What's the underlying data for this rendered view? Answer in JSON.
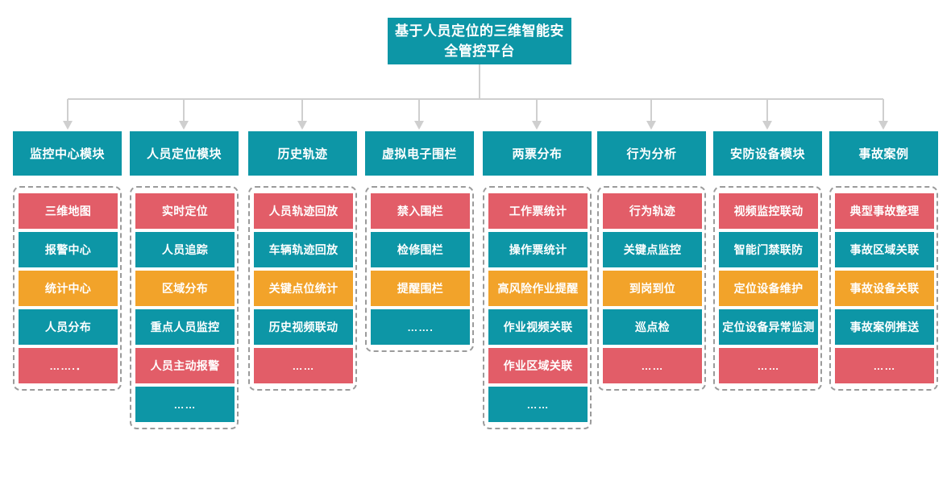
{
  "colors": {
    "teal": "#0d96a6",
    "red": "#e25d68",
    "amber": "#f2a32a",
    "connector": "#cfcfcf",
    "dashed_border": "#9b9b9b",
    "text": "#ffffff"
  },
  "root": {
    "title": "基于人员定位的三维智能安全管控平台"
  },
  "columns": [
    {
      "header": "监控中心模块",
      "items": [
        {
          "label": "三维地图",
          "color": "red"
        },
        {
          "label": "报警中心",
          "color": "teal"
        },
        {
          "label": "统计中心",
          "color": "amber"
        },
        {
          "label": "人员分布",
          "color": "teal"
        },
        {
          "label": "…….．",
          "color": "red"
        }
      ]
    },
    {
      "header": "人员定位模块",
      "items": [
        {
          "label": "实时定位",
          "color": "red"
        },
        {
          "label": "人员追踪",
          "color": "teal"
        },
        {
          "label": "区域分布",
          "color": "amber"
        },
        {
          "label": "重点人员监控",
          "color": "teal"
        },
        {
          "label": "人员主动报警",
          "color": "red"
        },
        {
          "label": "……",
          "color": "teal"
        }
      ]
    },
    {
      "header": "历史轨迹",
      "items": [
        {
          "label": "人员轨迹回放",
          "color": "red"
        },
        {
          "label": "车辆轨迹回放",
          "color": "teal"
        },
        {
          "label": "关键点位统计",
          "color": "amber"
        },
        {
          "label": "历史视频联动",
          "color": "teal"
        },
        {
          "label": "……",
          "color": "red"
        }
      ]
    },
    {
      "header": "虚拟电子围栏",
      "items": [
        {
          "label": "禁入围栏",
          "color": "red"
        },
        {
          "label": "检修围栏",
          "color": "teal"
        },
        {
          "label": "提醒围栏",
          "color": "amber"
        },
        {
          "label": "…….",
          "color": "teal"
        }
      ]
    },
    {
      "header": "两票分布",
      "items": [
        {
          "label": "工作票统计",
          "color": "red"
        },
        {
          "label": "操作票统计",
          "color": "teal"
        },
        {
          "label": "高风险作业提醒",
          "color": "amber"
        },
        {
          "label": "作业视频关联",
          "color": "teal"
        },
        {
          "label": "作业区域关联",
          "color": "red"
        },
        {
          "label": "……",
          "color": "teal"
        }
      ]
    },
    {
      "header": "行为分析",
      "items": [
        {
          "label": "行为轨迹",
          "color": "red"
        },
        {
          "label": "关键点监控",
          "color": "teal"
        },
        {
          "label": "到岗到位",
          "color": "amber"
        },
        {
          "label": "巡点检",
          "color": "teal"
        },
        {
          "label": "……",
          "color": "red"
        }
      ]
    },
    {
      "header": "安防设备模块",
      "items": [
        {
          "label": "视频监控联动",
          "color": "red"
        },
        {
          "label": "智能门禁联防",
          "color": "teal"
        },
        {
          "label": "定位设备维护",
          "color": "amber"
        },
        {
          "label": "定位设备异常监测",
          "color": "teal"
        },
        {
          "label": "……",
          "color": "red"
        }
      ]
    },
    {
      "header": "事故案例",
      "items": [
        {
          "label": "典型事故整理",
          "color": "red"
        },
        {
          "label": "事故区域关联",
          "color": "teal"
        },
        {
          "label": "事故设备关联",
          "color": "amber"
        },
        {
          "label": "事故案例推送",
          "color": "teal"
        },
        {
          "label": "……",
          "color": "red"
        }
      ]
    }
  ]
}
